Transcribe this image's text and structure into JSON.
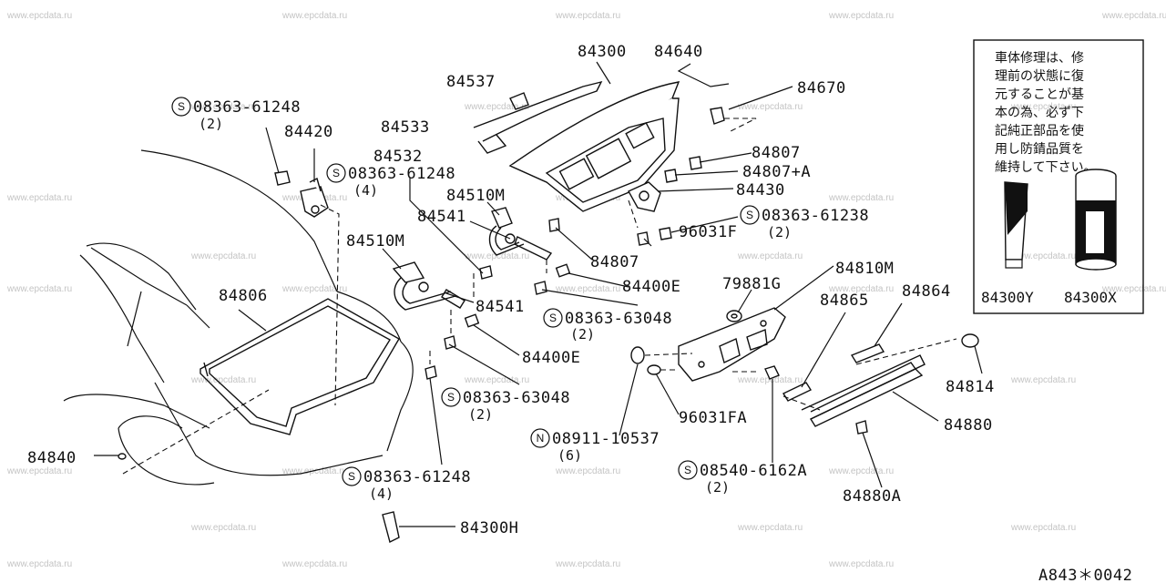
{
  "watermark": "www.epcdata.ru",
  "diagram_code": "A843＊0042",
  "note": {
    "lines": [
      "車体修理は、修",
      "理前の状態に復",
      "元することが基",
      "本の為、必ず下",
      "記純正部品を使",
      "用し防錆品質を",
      "維持して下さい。"
    ],
    "tube_label": "84300Y",
    "can_label": "84300X"
  },
  "labels": {
    "p84300": "84300",
    "p84640": "84640",
    "p84670": "84670",
    "p84537": "84537",
    "p84533": "84533",
    "p84532": "84532",
    "s1_num": "08363-61248",
    "s1_qty": "(2)",
    "p84420": "84420",
    "s2_num": "08363-61248",
    "s2_qty": "(4)",
    "p84510m_a": "84510M",
    "p84541_a": "84541",
    "p84510m_b": "84510M",
    "p84807_a": "84807",
    "p84807a": "84807+A",
    "p84430": "84430",
    "s3_num": "08363-61238",
    "s3_qty": "(2)",
    "p96031f": "96031F",
    "p84807_b": "84807",
    "p84400e_a": "84400E",
    "p79881g": "79881G",
    "p84810m": "84810M",
    "p84806": "84806",
    "p84541_b": "84541",
    "s4_num": "08363-63048",
    "s4_qty": "(2)",
    "p84865": "84865",
    "p84864": "84864",
    "p84400e_b": "84400E",
    "p84814": "84814",
    "s5_num": "08363-63048",
    "s5_qty": "(2)",
    "p96031fa": "96031FA",
    "p84880": "84880",
    "p84840": "84840",
    "n1_num": "08911-10537",
    "n1_qty": "(6)",
    "s6_num": "08363-61248",
    "s6_qty": "(4)",
    "s7_num": "08540-6162A",
    "s7_qty": "(2)",
    "p84880a": "84880A",
    "p84300h": "84300H"
  },
  "symbols": {
    "screw": "S",
    "nut": "N"
  },
  "icons": [
    "trunk-lid-icon",
    "car-body-outline-icon",
    "weatherstrip-icon",
    "hinge-icon",
    "torsion-bar-icon",
    "lock-icon",
    "striker-icon",
    "finisher-icon",
    "bolt-icon",
    "clip-icon",
    "touch-up-tube-icon",
    "spray-can-icon"
  ]
}
